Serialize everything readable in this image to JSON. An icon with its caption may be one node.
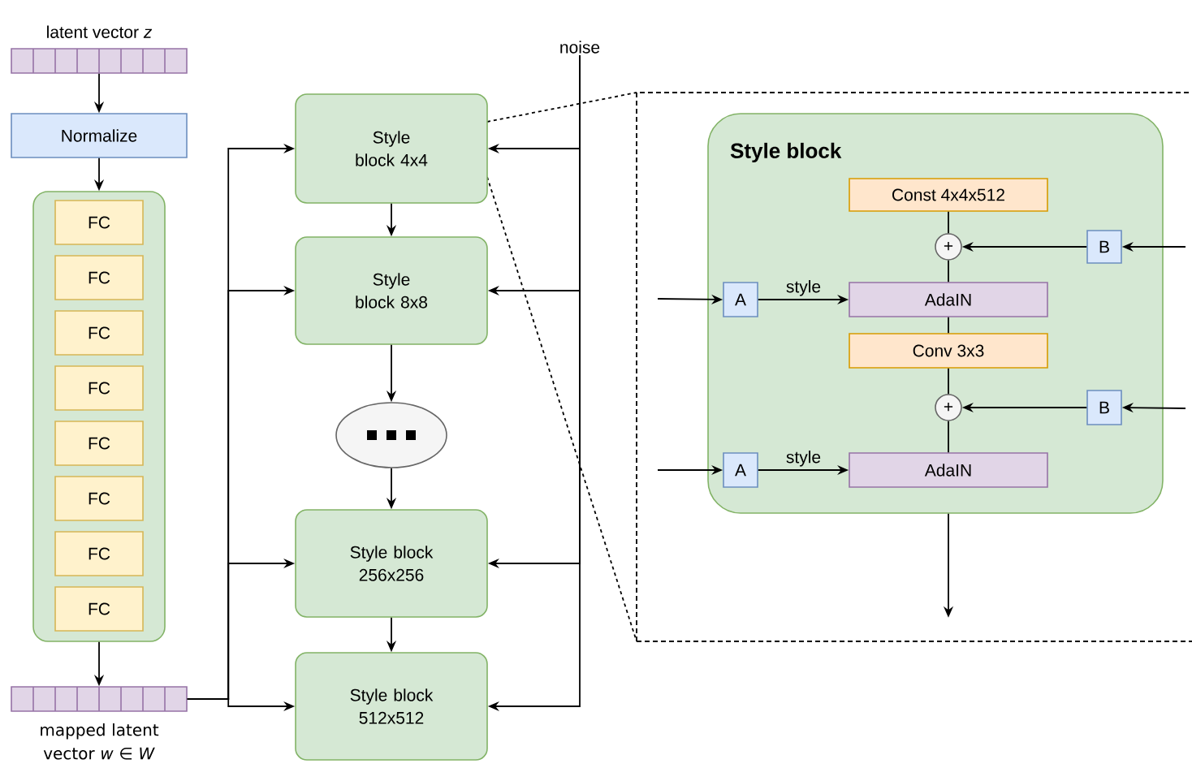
{
  "diagram": {
    "nodes": [
      {
        "text": [
          "latent vector *z*"
        ]
      },
      {
        "text": [
          "Normalize"
        ]
      },
      {
        "text": [],
        "shape": "box"
      },
      {
        "text": [
          "FC"
        ],
        "in": 2
      },
      {
        "text": [
          "FC"
        ],
        "in": 2
      },
      {
        "text": [
          "FC"
        ],
        "in": 2
      },
      {
        "text": [
          "FC"
        ],
        "in": 2
      },
      {
        "text": [
          "FC"
        ],
        "in": 2
      },
      {
        "text": [
          "FC"
        ],
        "in": 2
      },
      {
        "text": [
          "FC"
        ],
        "in": 2
      },
      {
        "text": [
          "FC"
        ],
        "in": 2
      },
      {
        "text": [
          "mapped latent vector *w* ∈ *W*"
        ]
      },
      {
        "text": [
          "Style block 4x4"
        ]
      },
      {
        "text": [
          "Style block 8x8"
        ]
      },
      {
        "text": [],
        "shape": "ellipse"
      },
      {
        "text": [
          "Style block 256x256"
        ]
      },
      {
        "text": [
          "Style block 512x512"
        ]
      },
      {
        "text": [
          "noise"
        ]
      },
      {
        "text": [
          "Style block"
        ]
      },
      {
        "text": [
          "Const 4x4x512"
        ],
        "in": 18
      },
      {
        "text": [
          "+"
        ],
        "in": 18
      },
      {
        "text": [
          "B"
        ],
        "in": 18
      },
      {
        "text": [
          "A"
        ],
        "in": 18
      },
      {
        "text": [
          "AdaIN"
        ],
        "in": 18
      },
      {
        "text": [
          "Conv 3x3"
        ],
        "in": 18
      },
      {
        "text": [
          "+"
        ],
        "in": 18
      },
      {
        "text": [
          "B"
        ],
        "in": 18
      },
      {
        "text": [
          "A"
        ],
        "in": 18
      },
      {
        "text": [
          "AdaIN"
        ],
        "in": 18
      }
    ],
    "edges": [
      {
        "from": 0,
        "to": 1,
        "arrow": "to"
      },
      {
        "from": 1,
        "to": 2,
        "arrow": "to"
      },
      {
        "from": 2,
        "to": 11,
        "arrow": "to"
      },
      {
        "from": 11,
        "to": 12,
        "arrow": "to"
      },
      {
        "from": 11,
        "to": 13,
        "arrow": "to"
      },
      {
        "from": 11,
        "to": 15,
        "arrow": "to"
      },
      {
        "from": 11,
        "to": 16,
        "arrow": "to"
      },
      {
        "from": 12,
        "to": 13,
        "arrow": "to"
      },
      {
        "from": 13,
        "to": 14,
        "arrow": "to"
      },
      {
        "from": 14,
        "to": 15,
        "arrow": "to"
      },
      {
        "from": 15,
        "to": 16,
        "arrow": "to"
      },
      {
        "from": 17,
        "to": 12,
        "arrow": "to"
      },
      {
        "from": 17,
        "to": 13,
        "arrow": "to"
      },
      {
        "from": 17,
        "to": 15,
        "arrow": "to"
      },
      {
        "from": 17,
        "to": 16,
        "arrow": "to"
      },
      {
        "from": 19,
        "to": 20,
        "arrow": "none"
      },
      {
        "from": 21,
        "to": 20,
        "arrow": "to"
      },
      {
        "from": 20,
        "to": 23,
        "arrow": "none"
      },
      {
        "from": 22,
        "to": 23,
        "arrow": "to",
        "label": "style"
      },
      {
        "from": 23,
        "to": 24,
        "arrow": "none"
      },
      {
        "from": 24,
        "to": 25,
        "arrow": "none"
      },
      {
        "from": 26,
        "to": 25,
        "arrow": "to"
      },
      {
        "from": 25,
        "to": 28,
        "arrow": "none"
      },
      {
        "from": 27,
        "to": 28,
        "arrow": "to",
        "label": "style"
      },
      {
        "from": null,
        "to": 22,
        "arrow": "to"
      },
      {
        "from": null,
        "to": 21,
        "arrow": "to"
      },
      {
        "from": null,
        "to": 27,
        "arrow": "to"
      },
      {
        "from": null,
        "to": 26,
        "arrow": "to"
      },
      {
        "from": 18,
        "to": null,
        "arrow": "to"
      }
    ]
  }
}
